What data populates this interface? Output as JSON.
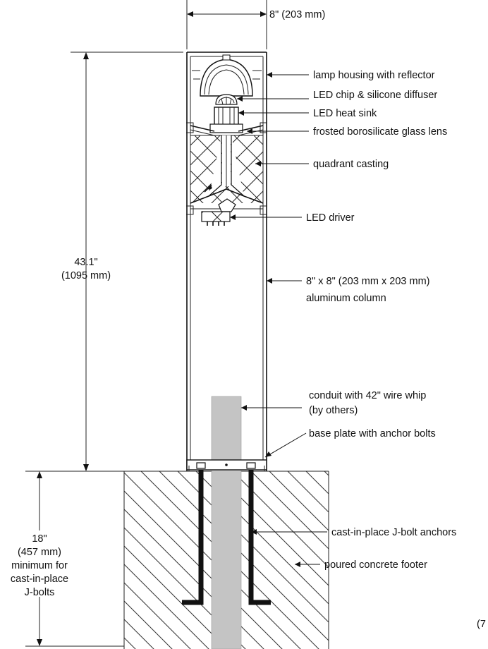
{
  "dimensions": {
    "width": "8\" (203 mm)",
    "height_line1": "43.1\"",
    "height_line2": "(1095 mm)",
    "footer_line1": "18\"",
    "footer_line2": "(457 mm)",
    "footer_line3": "minimum for",
    "footer_line4": "cast-in-place",
    "footer_line5": "J-bolts"
  },
  "callouts": {
    "lamp_housing": "lamp housing with reflector",
    "led_chip": "LED chip & silicone diffuser",
    "heat_sink": "LED heat sink",
    "glass_lens": "frosted borosilicate glass lens",
    "quadrant": "quadrant casting",
    "driver": "LED driver",
    "column_line1": "8\" x 8\" (203 mm x 203 mm)",
    "column_line2": "aluminum column",
    "conduit_line1": "conduit with 42\" wire whip",
    "conduit_line2": "(by others)",
    "base_plate": "base plate with anchor bolts",
    "j_bolt": "cast-in-place J-bolt anchors",
    "footer": "poured concrete footer"
  },
  "corner_mark": "(7"
}
